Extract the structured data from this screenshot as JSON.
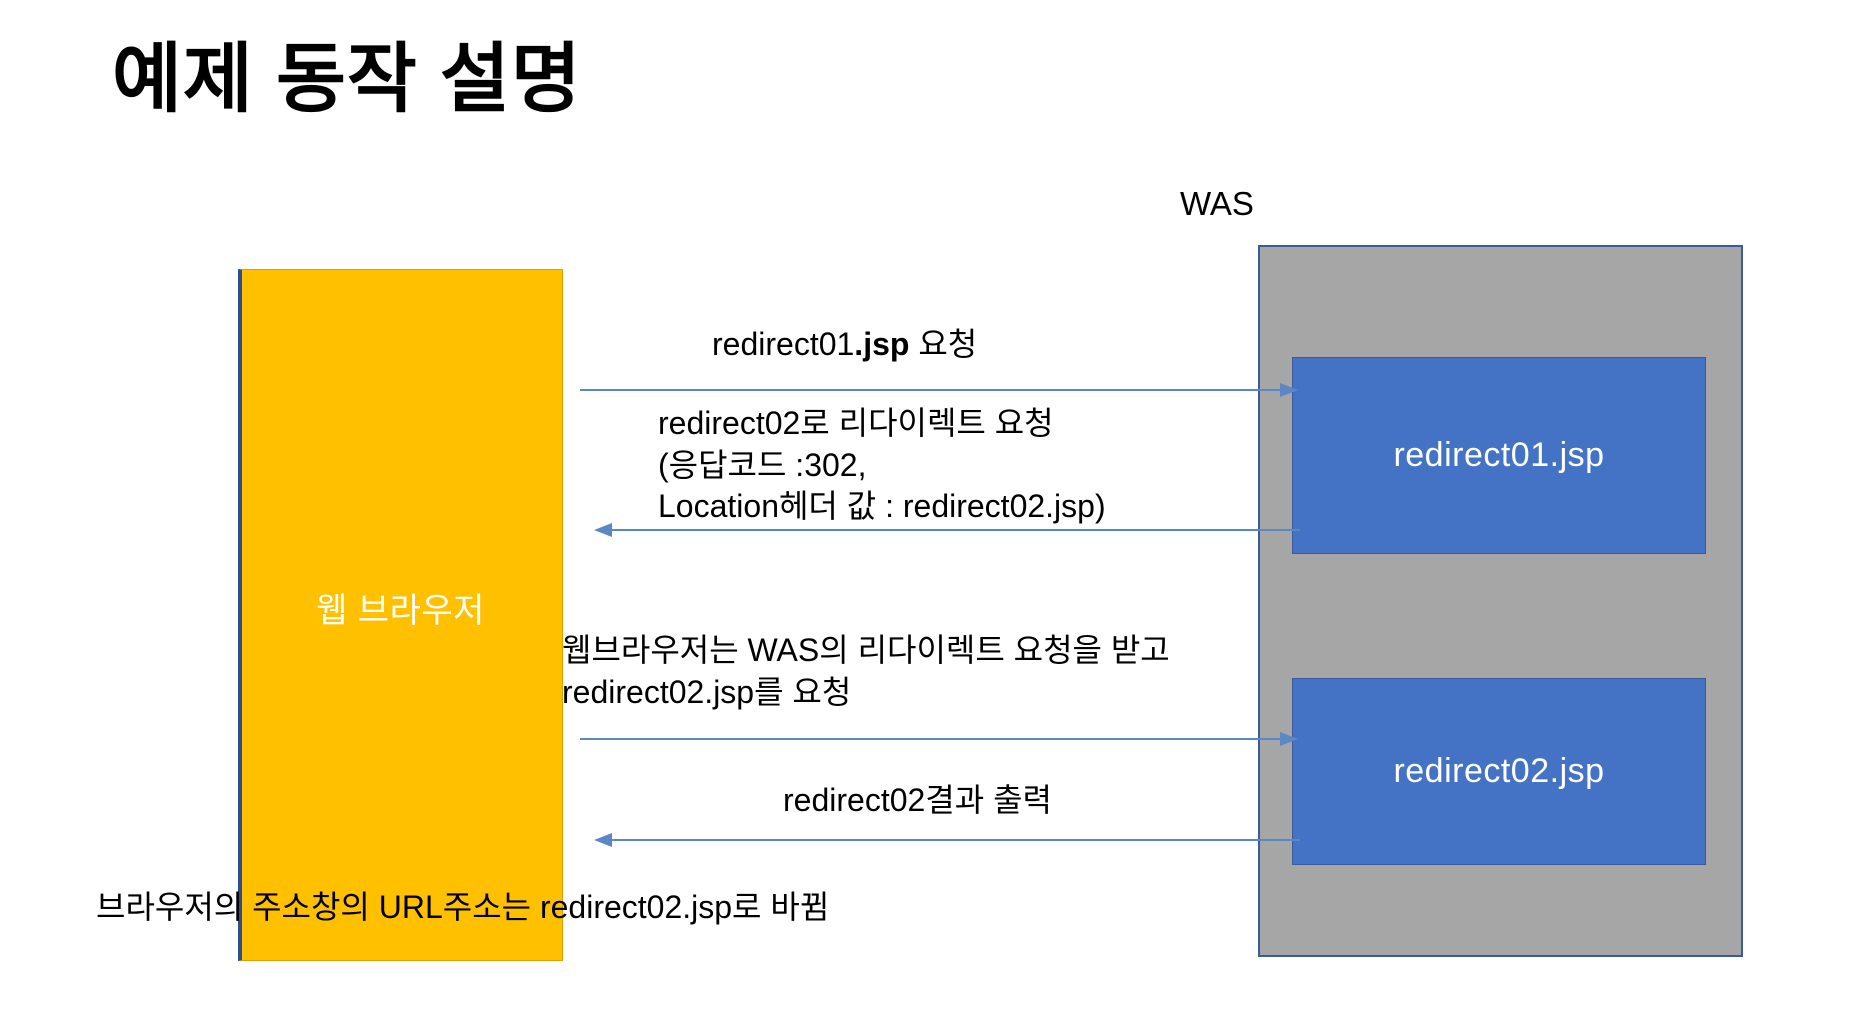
{
  "slide": {
    "title": "예제 동작 설명"
  },
  "colors": {
    "browser_fill": "#ffc000",
    "browser_border": "#2e4d8e",
    "server_fill": "#a6a6a6",
    "server_border": "#3a5a9b",
    "jsp_fill": "#4472c4",
    "arrow": "#5b87c5",
    "text": "#000000",
    "white_text": "#ffffff"
  },
  "diagram": {
    "type": "sequence-diagram",
    "server": {
      "label": "WAS",
      "pages": [
        {
          "name": "redirect01.jsp"
        },
        {
          "name": "redirect02.jsp"
        }
      ]
    },
    "client": {
      "label": "웹 브라우저"
    },
    "flows": [
      {
        "id": "request-01",
        "direction": "right",
        "label_plain": "redirect01.jsp 요청",
        "label_parts": [
          {
            "text": "redirect01",
            "bold": false
          },
          {
            "text": ".jsp",
            "bold": true
          },
          {
            "text": " 요청",
            "bold": false
          }
        ]
      },
      {
        "id": "redirect-response",
        "direction": "left",
        "lines": [
          "redirect02로 리다이렉트 요청",
          "(응답코드 :302,",
          "Location헤더 값 : redirect02.jsp)"
        ]
      },
      {
        "id": "request-02",
        "direction": "right",
        "lines": [
          "웹브라우저는 WAS의 리다이렉트 요청을 받고",
          "redirect02.jsp를 요청"
        ]
      },
      {
        "id": "result-output",
        "direction": "left",
        "label_plain": "redirect02결과 출력"
      }
    ],
    "footnote": "브라우저의 주소창의 URL주소는 redirect02.jsp로 바뀜"
  }
}
